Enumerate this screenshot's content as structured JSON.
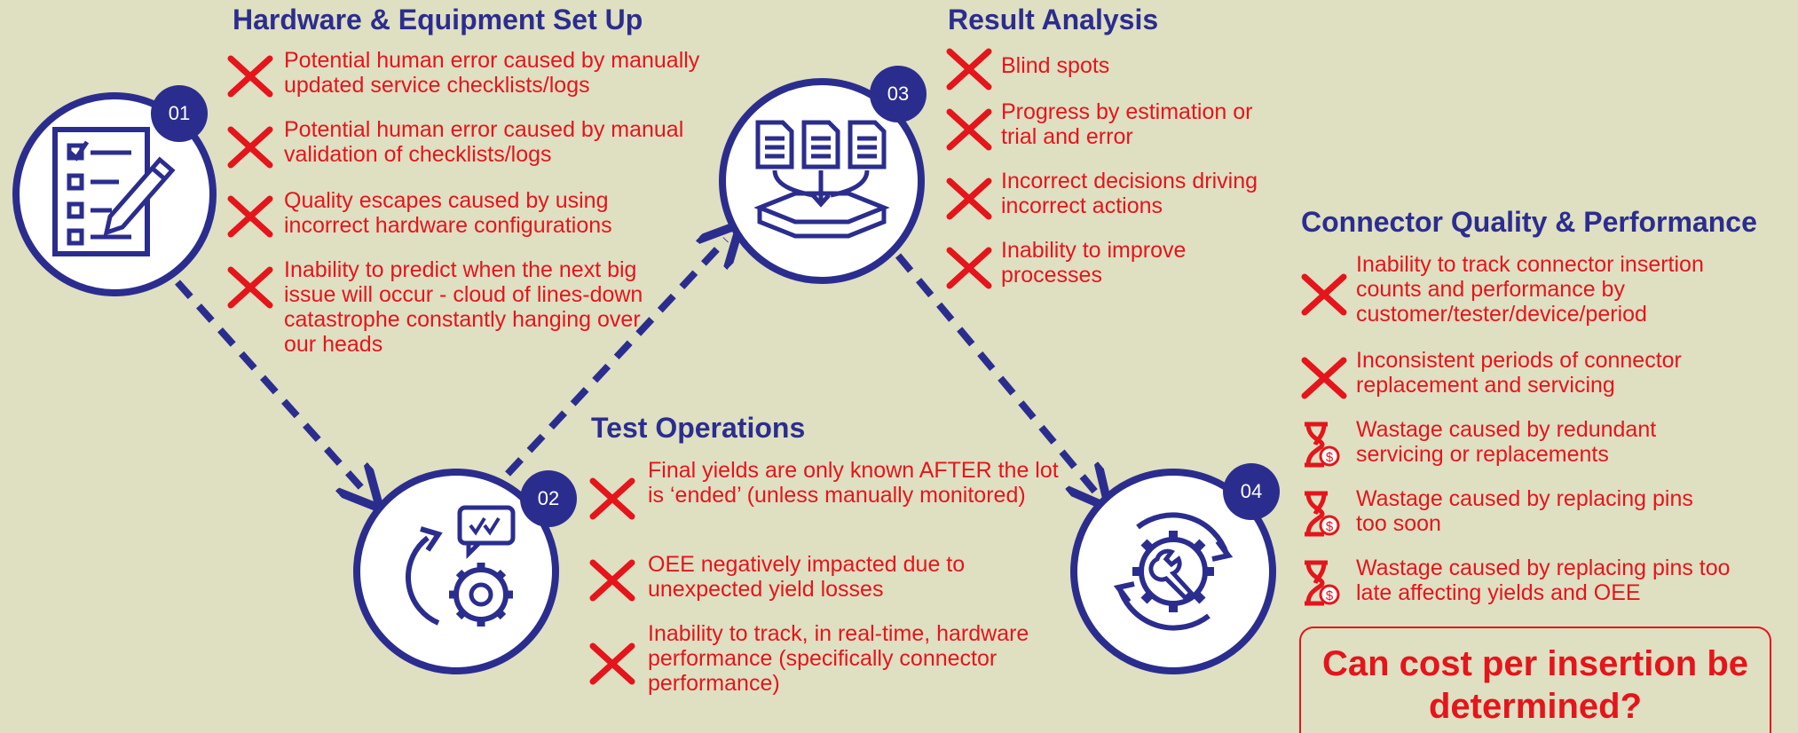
{
  "colors": {
    "accent": "#2b2d8e",
    "alert": "#e4151b",
    "background": "#dfdfc2"
  },
  "steps": [
    {
      "number": "01",
      "icon": "checklist-pencil-icon"
    },
    {
      "number": "02",
      "icon": "cycle-gear-chat-icon"
    },
    {
      "number": "03",
      "icon": "documents-tray-icon"
    },
    {
      "number": "04",
      "icon": "gear-wrench-cycle-icon"
    }
  ],
  "hardware": {
    "title": "Hardware & Equipment Set Up",
    "items": [
      "Potential human error caused by manually updated service checklists/logs",
      "Potential human error caused by manual validation of checklists/logs",
      "Quality escapes caused by using incorrect hardware configurations",
      "Inability to predict when the next big issue will occur - cloud of lines-down catastrophe constantly hanging over our heads"
    ]
  },
  "test": {
    "title": "Test Operations",
    "items": [
      "Final yields are only known AFTER the lot is ‘ended’ (unless manually monitored)",
      "OEE negatively impacted due to unexpected yield losses",
      "Inability to track, in real-time, hardware performance (specifically connector performance)"
    ]
  },
  "result": {
    "title": "Result Analysis",
    "items": [
      "Blind spots",
      "Progress by estimation or trial and error",
      "Incorrect decisions driving incorrect actions",
      "Inability to improve processes"
    ]
  },
  "connector": {
    "title": "Connector Quality & Performance",
    "items": [
      {
        "text": "Inability to track connector insertion counts and performance by customer/tester/device/period",
        "icon": "x-mark-icon"
      },
      {
        "text": "Inconsistent periods of connector replacement and servicing",
        "icon": "x-mark-icon"
      },
      {
        "text": "Wastage caused by redundant servicing or replacements",
        "icon": "hourglass-dollar-icon"
      },
      {
        "text": "Wastage caused by replacing pins too soon",
        "icon": "hourglass-dollar-icon"
      },
      {
        "text": "Wastage caused by replacing pins too late affecting yields and OEE",
        "icon": "hourglass-dollar-icon"
      }
    ]
  },
  "question": "Can cost per insertion be determined?"
}
